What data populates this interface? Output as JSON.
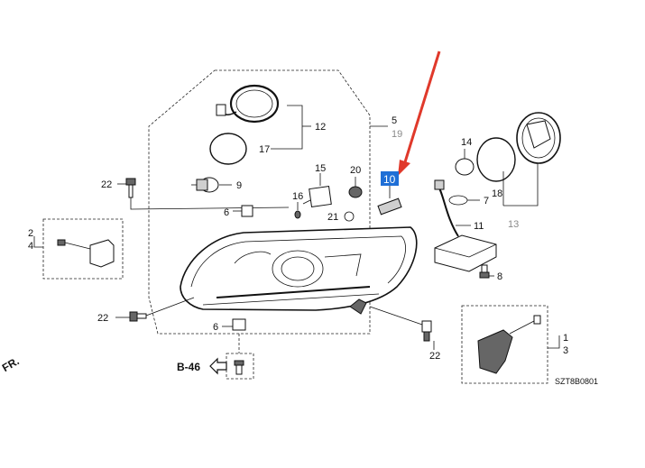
{
  "diagram_code": "SZT8B0801",
  "ref_section": "B-46",
  "direction_label": "FR.",
  "highlight": {
    "callout": "10",
    "color": "#1f6fd6",
    "arrow_color": "#e0392b"
  },
  "callouts": {
    "c1": "1",
    "c2": "2",
    "c3": "3",
    "c4": "4",
    "c5": "5",
    "c6a": "6",
    "c6b": "6",
    "c7": "7",
    "c8": "8",
    "c9": "9",
    "c10": "10",
    "c11": "11",
    "c12": "12",
    "c13": "13",
    "c14": "14",
    "c15": "15",
    "c16": "16",
    "c17": "17",
    "c18": "18",
    "c19": "19",
    "c20": "20",
    "c21": "21",
    "c22a": "22",
    "c22b": "22",
    "c22c": "22"
  }
}
